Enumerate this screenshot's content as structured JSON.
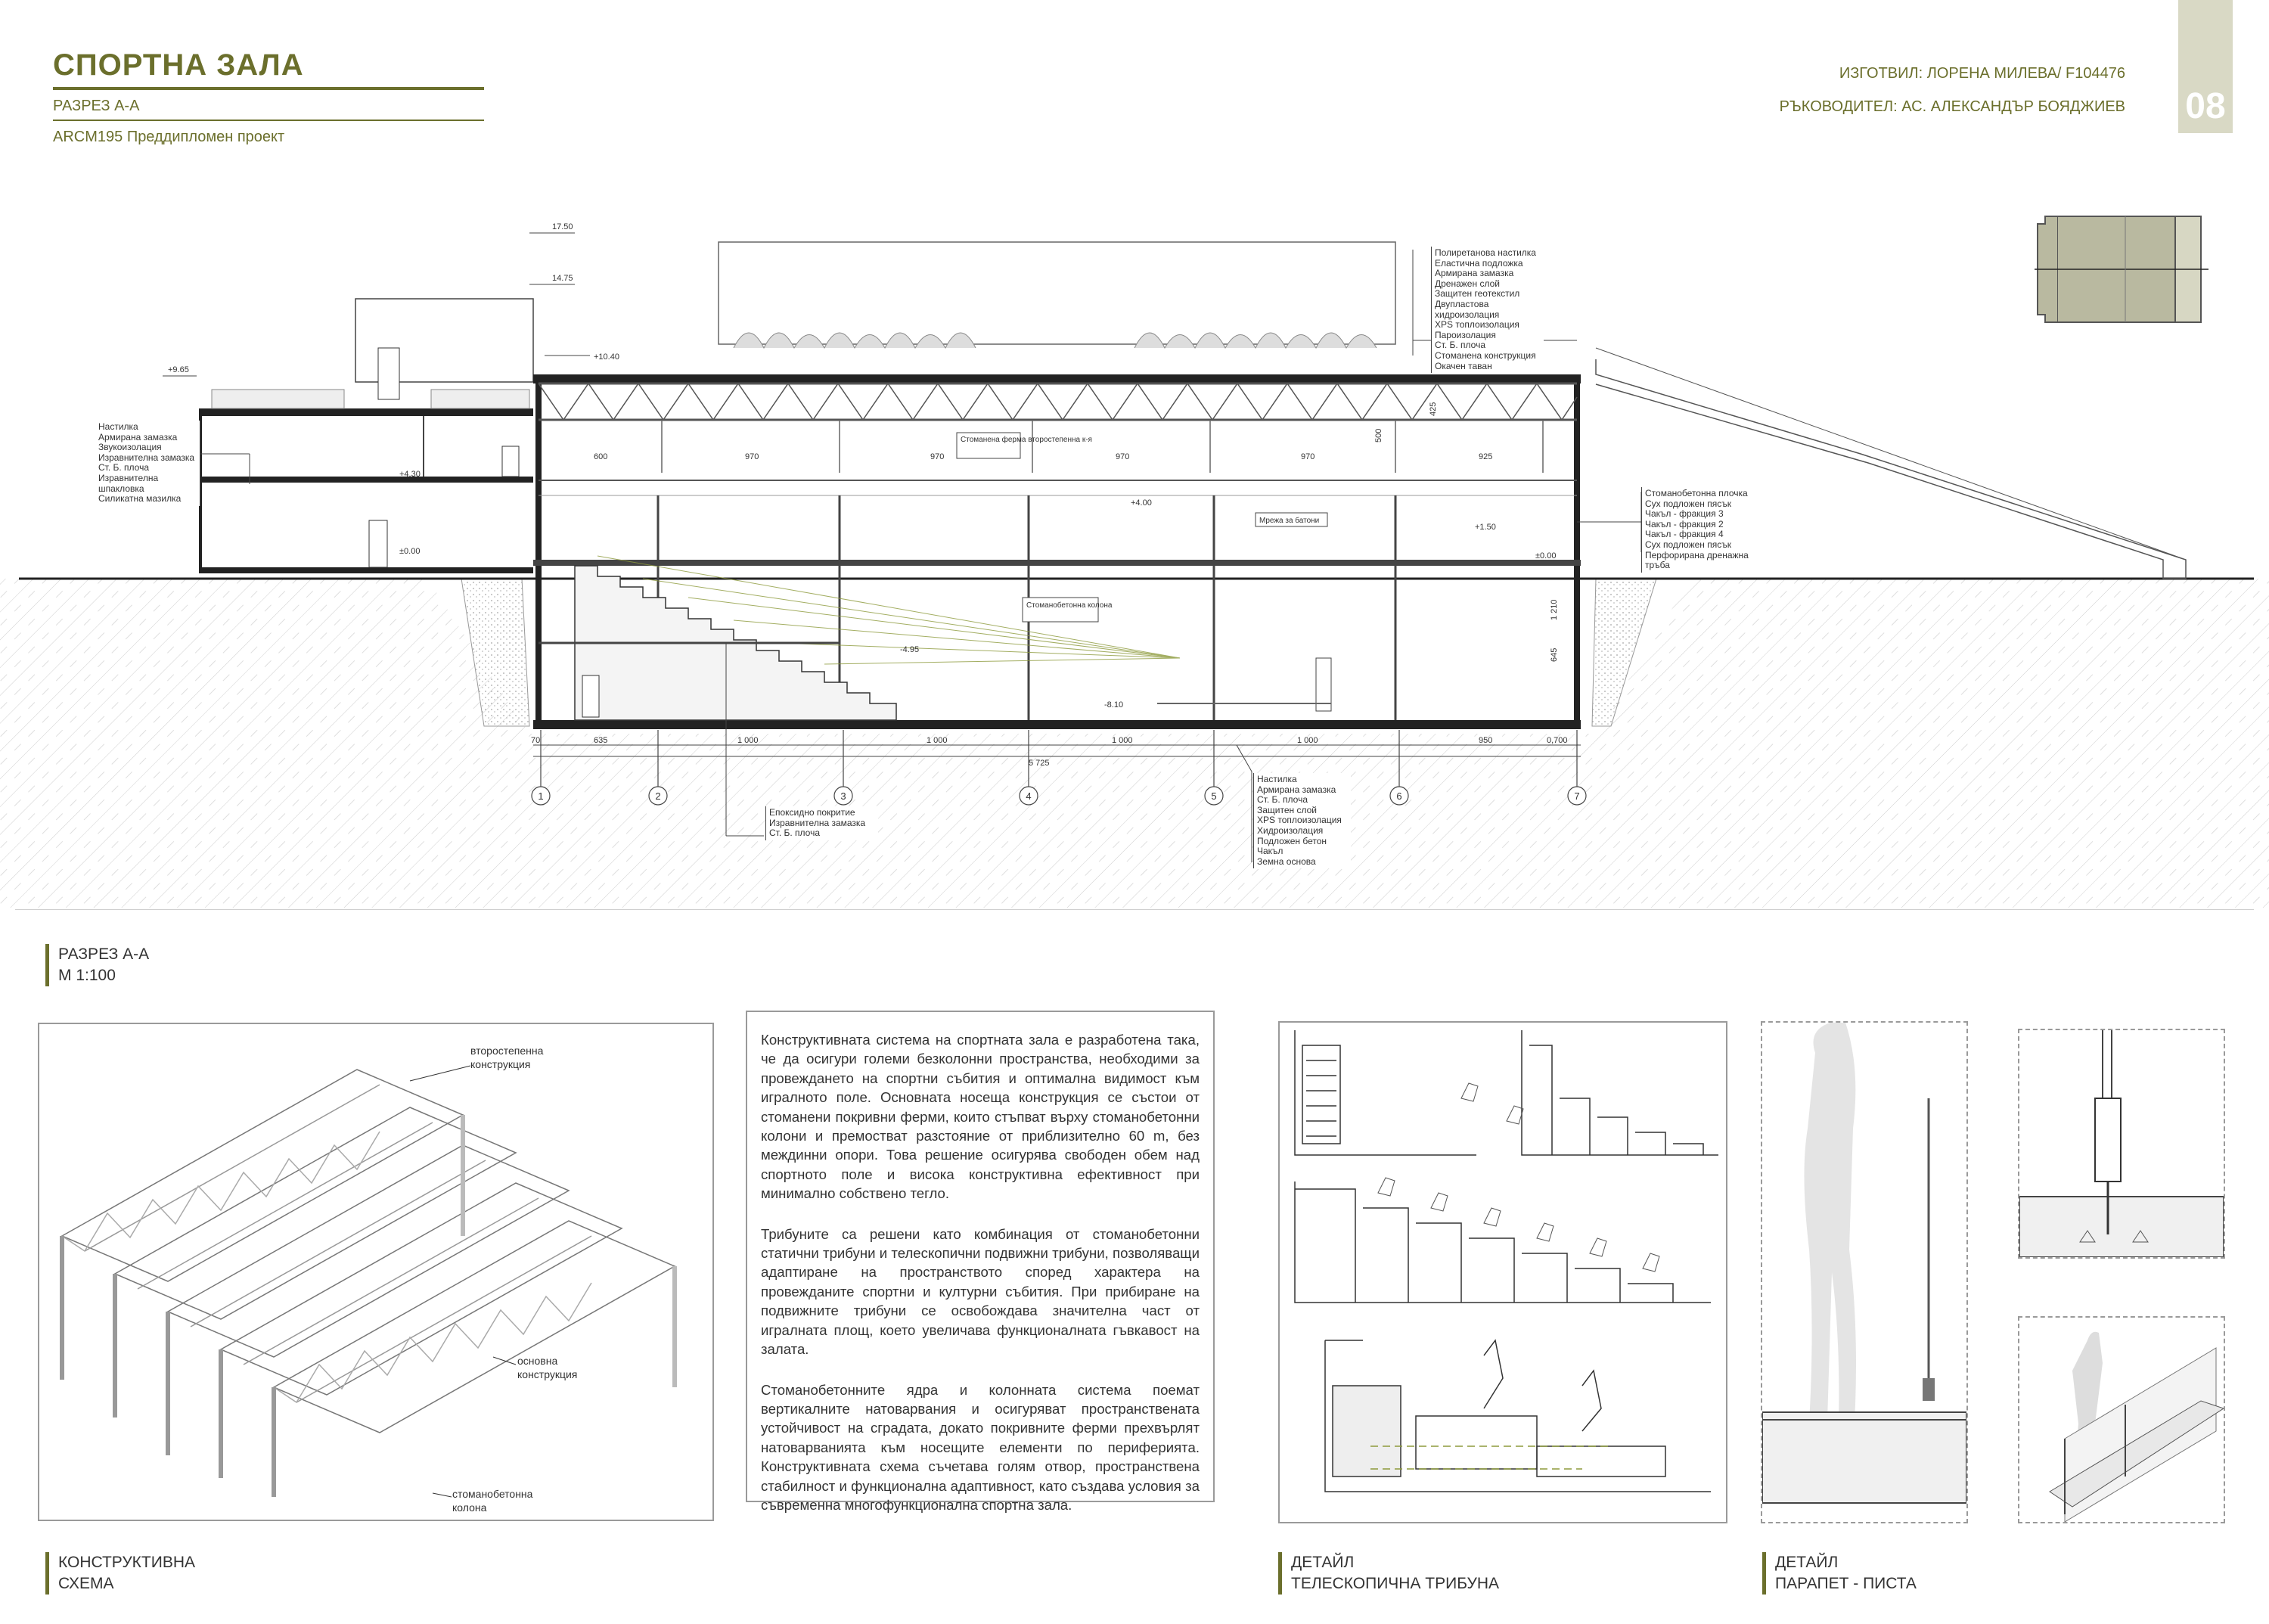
{
  "header": {
    "title": "СПОРТНА ЗАЛА",
    "subtitle": "РАЗРЕЗ А-А",
    "course": "ARCM195 Преддипломен проект",
    "author": "ИЗГОТВИЛ: ЛОРЕНА МИЛЕВА/ F104476",
    "supervisor": "РЪКОВОДИТЕЛ: АС. АЛЕКСАНДЪР БОЯДЖИЕВ",
    "sheet_number": "08"
  },
  "section": {
    "levels": [
      "17.50",
      "14.75",
      "+10.40",
      "+9.65",
      "+4.30",
      "±0.00",
      "+4.00",
      "+1.50",
      "±0.00",
      "-4.95",
      "-8.10"
    ],
    "spans": [
      "600",
      "970",
      "970",
      "970",
      "970",
      "925"
    ],
    "bottom_dims": [
      "70",
      "635",
      "1 000",
      "1 000",
      "1 000",
      "1 000",
      "950",
      "0,700",
      "5 725"
    ],
    "side_dims": [
      "425",
      "500",
      "1 210",
      "645"
    ],
    "axes": [
      "1",
      "2",
      "3",
      "4",
      "5",
      "6",
      "7"
    ],
    "labels": {
      "truss": "Стоманена ферма второстепенна к-я",
      "net": "Мрежа за батони",
      "column": "Стоманобетонна колона"
    },
    "legend_roof": [
      "Полиретанова настилка",
      "Еластична подложка",
      "Армирана замазка",
      "Дренажен слой",
      "Защитен геотекстил",
      "Двупластова хидроизолация",
      "XPS топлоизолация",
      "Пароизолация",
      "Ст. Б. плоча",
      "Стоманена конструкция",
      "Окачен таван"
    ],
    "legend_left": [
      "Настилка",
      "Армирана замазка",
      "Звукоизолация",
      "Изравнителна замазка",
      "Ст. Б. плоча",
      "Изравнителна шпакловка",
      "Силикатна мазилка"
    ],
    "legend_wall": [
      "Стоманобетонна плочка",
      "Сух подложен пясък",
      "Чакъл - фракция 3",
      "Чакъл - фракция 2",
      "Чакъл - фракция 4",
      "Сух подложен пясък",
      "Перфорирана дренажна тръба"
    ],
    "legend_floor": [
      "Настилка",
      "Армирана замазка",
      "Ст. Б. плоча",
      "Защитен слой",
      "XPS топлоизолация",
      "Хидроизолация",
      "Подложен бетон",
      "Чакъл",
      "Земна основа"
    ],
    "legend_stands": [
      "Епоксидно покритие",
      "Изравнителна замазка",
      "Ст. Б. плоча"
    ]
  },
  "section_caption": {
    "line1": "РАЗРЕЗ А-А",
    "line2": "М 1:100"
  },
  "schema": {
    "label_secondary": "второстепенна конструкция",
    "label_main": "основна конструкция",
    "label_column": "стоманобетонна колона",
    "caption_line1": "КОНСТРУКТИВНА",
    "caption_line2": "СХЕМА"
  },
  "description": [
    "Конструктивната система на спортната зала е разработена така, че да осигури големи безколонни пространства, необходими за провеждането на спортни събития и оптимална видимост към игралното поле. Основната носеща конструкция се състои от стоманени покривни ферми, които стъпват върху стоманобетонни колони и премостват разстояние от приблизително 60 m, без междинни опори. Това решение осигурява свободен обем над спортното поле и висока конструктивна ефективност при минимално собствено тегло.",
    "Трибуните са решени като комбинация от стоманобетонни статични трибуни и телескопични подвижни трибуни, позволяващи адаптиране на пространството според характера на провежданите спортни и културни събития. При прибиране на подвижните трибуни се освобождава значителна част от игралната площ, което увеличава функционалната гъвкавост на залата.",
    "Стоманобетонните ядра и колонната система поемат вертикалните натоварвания и осигуряват пространствената устойчивост на сградата, докато покривните ферми прехвърлят натоварванията към носещите елементи по периферията. Конструктивната схема съчетава голям отвор, пространствена стабилност и функционална адаптивност, като създава условия за съвременна многофункционална спортна зала."
  ],
  "detail_stands": {
    "caption_line1": "ДЕТАЙЛ",
    "caption_line2": "ТЕЛЕСКОПИЧНА ТРИБУНА"
  },
  "detail_parapet": {
    "caption_line1": "ДЕТАЙЛ",
    "caption_line2": "ПАРАПЕТ - ПИСТА"
  },
  "colors": {
    "accent": "#6b6f2c",
    "tab": "#d9d9c5",
    "keyplan": "#b9b9a0"
  }
}
